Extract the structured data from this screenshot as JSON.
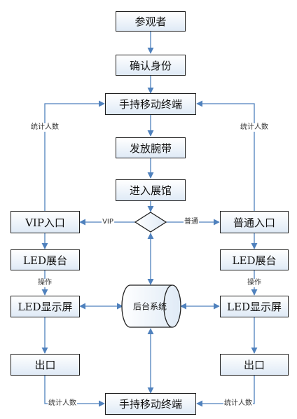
{
  "diagram": {
    "nodes": {
      "visitor": "参观者",
      "confirm_identity": "确认身份",
      "handheld_top": "手持移动终端",
      "issue_wristband": "发放腕带",
      "enter_hall": "进入展馆",
      "vip_entrance": "VIP入口",
      "normal_entrance": "普通入口",
      "led_stand_left": "LED展台",
      "led_stand_right": "LED展台",
      "led_screen_left": "LED显示屏",
      "led_screen_right": "LED显示屏",
      "exit_left": "出口",
      "exit_right": "出口",
      "handheld_bottom": "手持移动终端",
      "backend_system": "后台系统"
    },
    "edge_labels": {
      "count_top_left": "统计人数",
      "count_top_right": "统计人数",
      "vip_branch": "VIP",
      "normal_branch": "普通",
      "operate_left": "操作",
      "operate_right": "操作",
      "count_bottom_left": "统计人数",
      "count_bottom_right": "统计人数"
    },
    "colors": {
      "line": "#4f81bd",
      "box_border": "#1f1f1f",
      "box_fill_top": "#ffffff",
      "box_fill_bottom": "#dfeaf6"
    }
  }
}
